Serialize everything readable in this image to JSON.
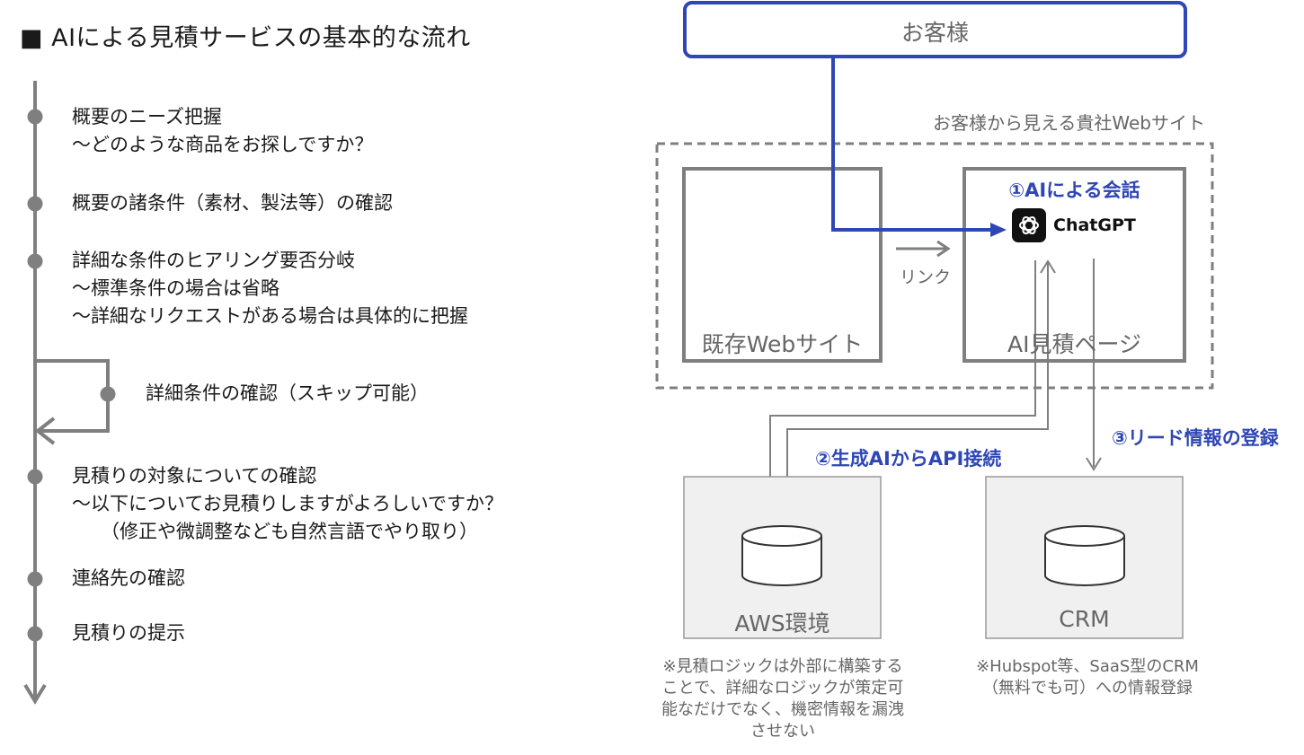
{
  "title": "■ AIによる見積サービスの基本的な流れ",
  "steps": [
    {
      "lines": [
        "概要のニーズ把握",
        "～どのような商品をお探しですか？"
      ]
    },
    {
      "lines": [
        "概要の諸条件（素材、製法等）の確認"
      ]
    },
    {
      "lines": [
        "詳細な条件のヒアリング要否分岐",
        "～標準条件の場合は省略",
        "～詳細なリクエストがある場合は具体的に把握"
      ]
    },
    {
      "lines": [
        "詳細条件の確認（スキップ可能）"
      ]
    },
    {
      "lines": [
        "見積りの対象についての確認",
        "～以下についてお見積りしますがよろしいですか？",
        "（修正や微調整なども自然言語でやり取り）"
      ]
    },
    {
      "lines": [
        "連絡先の確認"
      ]
    },
    {
      "lines": [
        "見積りの提示"
      ]
    }
  ],
  "diagram": {
    "customer": "お客様",
    "website_caption": "お客様から見える貴社Webサイト",
    "existing_site": "既存Webサイト",
    "link_label": "リンク",
    "ai_page": "AI見積ページ",
    "ai_conversation": "①AIによる会話",
    "chatgpt_label": "ChatGPT",
    "api_label": "②生成AIからAPI接続",
    "lead_label": "③リード情報の登録",
    "aws": "AWS環境",
    "crm": "CRM",
    "aws_note": "※見積ロジックは外部に構築することで、詳細なロジックが策定可能なだけでなく、機密情報を漏洩させない",
    "crm_note": "※Hubspot等、SaaS型のCRM（無料でも可）への情報登録"
  },
  "colors": {
    "accent_blue": "#2f46b5",
    "gray_line": "#7f7f7f",
    "box_fill": "#f0f0f0",
    "text_gray": "#666666"
  }
}
